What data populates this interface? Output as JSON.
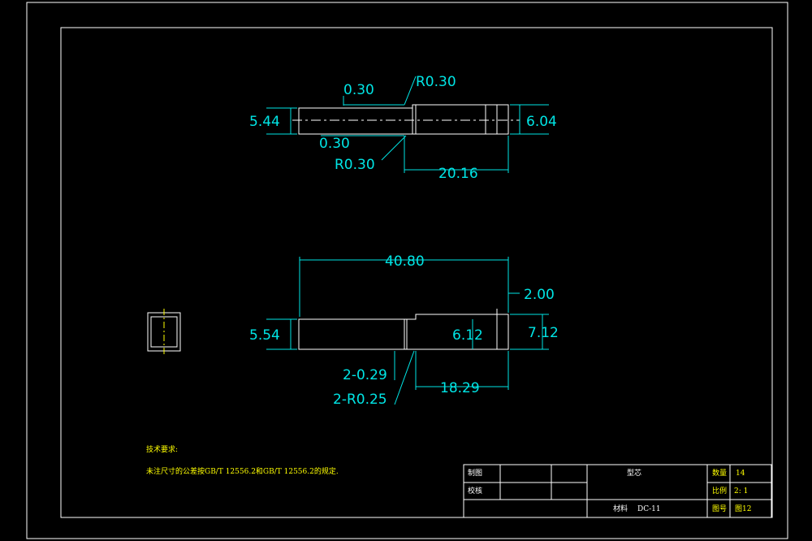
{
  "colors": {
    "background": "#000000",
    "outline": "#ffffff",
    "dimension": "#00e5e5",
    "centerline": "#ffff00",
    "note": "#ffff00"
  },
  "top_view": {
    "dims": {
      "c030_top": "0.30",
      "r030_top": "R0.30",
      "left_dia": "5.44",
      "right_dia": "6.04",
      "c030_bottom": "0.30",
      "r030_bottom": "R0.30",
      "length": "20.16"
    }
  },
  "bottom_view": {
    "dims": {
      "overall_length": "40.80",
      "step": "2.00",
      "left_width": "5.54",
      "mid_width": "6.12",
      "right_width": "7.12",
      "chamfer": "2-0.29",
      "radius": "2-R0.25",
      "length": "18.29"
    }
  },
  "notes": {
    "title": "技术要求:",
    "line1": "未注尺寸的公差按GB/T 12556.2和GB/T 12556.2的规定."
  },
  "title_block": {
    "drawn_label": "制图",
    "checked_label": "校核",
    "part_name": "型芯",
    "material_label": "材料",
    "material_value": "DC-11",
    "qty_label": "数量",
    "qty_value": "14",
    "scale_label": "比例",
    "scale_value": "2: 1",
    "drawing_no_label": "图号",
    "drawing_no_value": "图12"
  }
}
